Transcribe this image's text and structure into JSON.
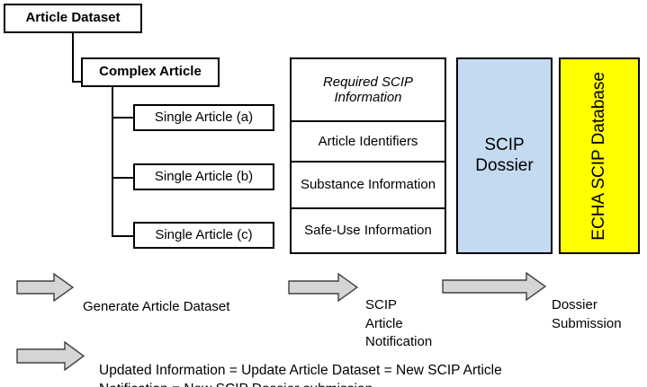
{
  "diagram": {
    "title_boxes": {
      "article_dataset": "Article Dataset",
      "complex_article": "Complex Article",
      "single_article_a": "Single Article (a)",
      "single_article_b": "Single Article (b)",
      "single_article_c": "Single Article (c)"
    },
    "scip_table": {
      "header": "Required SCIP Information",
      "rows": [
        "Article Identifiers",
        "Substance Information",
        "Safe-Use Information"
      ]
    },
    "dossier_box": {
      "label": "SCIP Dossier",
      "fill_color": "#c4daf1"
    },
    "echa_box": {
      "label": "ECHA SCIP Database",
      "fill_color": "#ffff00"
    },
    "arrows": [
      {
        "name": "generate-article-dataset",
        "label": "Generate Article Dataset",
        "fill_color": "#d5d5d5"
      },
      {
        "name": "scip-article-notification",
        "label": "SCIP Article Notification",
        "fill_color": "#d5d5d5"
      },
      {
        "name": "dossier-submission",
        "label": "Dossier Submission",
        "fill_color": "#d5d5d5"
      },
      {
        "name": "updated-information",
        "label": "Updated Information = Update Article Dataset = New SCIP Article\nNotification = New SCIP Dossier submission",
        "fill_color": "#d5d5d5"
      }
    ]
  }
}
